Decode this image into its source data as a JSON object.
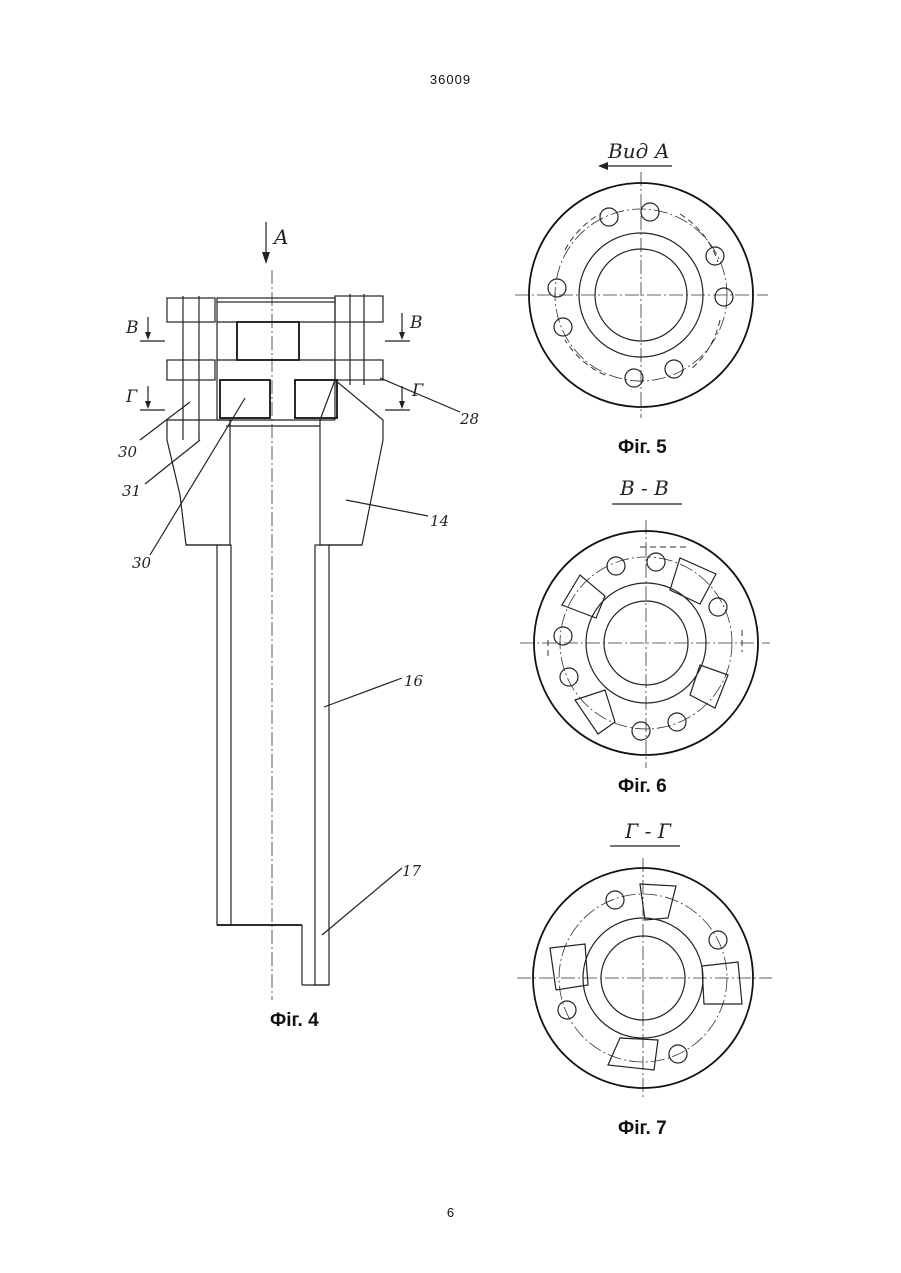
{
  "page": {
    "header_number": "36009",
    "footer_number": "6"
  },
  "fig4": {
    "caption": "Фіг. 4",
    "view_arrow_label": "A",
    "section_label_b_left": "B",
    "section_label_b_right": "B",
    "section_label_g_left": "Г",
    "section_label_g_right": "Г",
    "leaders": {
      "l28": "28",
      "l30a": "30",
      "l31": "31",
      "l30b": "30",
      "l14": "14",
      "l16": "16",
      "l17": "17"
    }
  },
  "fig5": {
    "caption": "Фіг. 5",
    "title": "Вид А"
  },
  "fig6": {
    "caption": "Фіг. 6",
    "title": "B - B"
  },
  "fig7": {
    "caption": "Фіг. 7",
    "title": "Г - Г"
  }
}
